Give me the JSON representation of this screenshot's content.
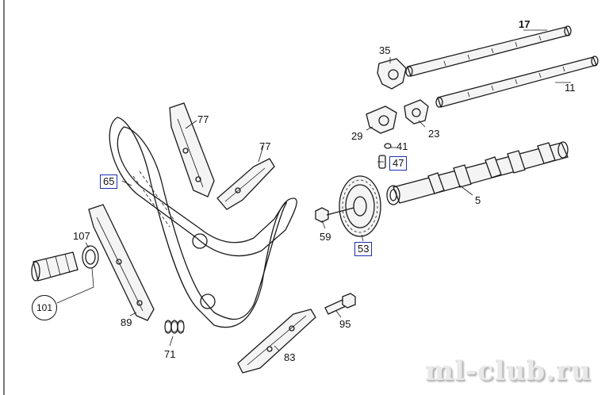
{
  "diagram": {
    "labels": [
      {
        "key": "p17",
        "text": "17"
      },
      {
        "key": "p35",
        "text": "35"
      },
      {
        "key": "p11",
        "text": "11"
      },
      {
        "key": "p77a",
        "text": "77"
      },
      {
        "key": "p77b",
        "text": "77"
      },
      {
        "key": "p29",
        "text": "29"
      },
      {
        "key": "p23",
        "text": "23"
      },
      {
        "key": "p41",
        "text": "41"
      },
      {
        "key": "p47",
        "text": "47"
      },
      {
        "key": "p65",
        "text": "65"
      },
      {
        "key": "p5",
        "text": "5"
      },
      {
        "key": "p107",
        "text": "107"
      },
      {
        "key": "p59",
        "text": "59"
      },
      {
        "key": "p53",
        "text": "53"
      },
      {
        "key": "p101",
        "text": "101"
      },
      {
        "key": "p89",
        "text": "89"
      },
      {
        "key": "p95",
        "text": "95"
      },
      {
        "key": "p71",
        "text": "71"
      },
      {
        "key": "p83",
        "text": "83"
      }
    ],
    "watermark": "ml-club.ru"
  }
}
